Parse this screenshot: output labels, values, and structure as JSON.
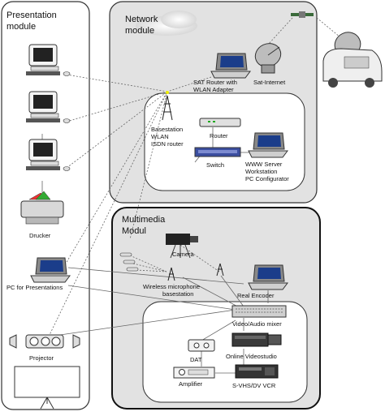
{
  "modules": {
    "presentation": {
      "title_line1": "Presentation",
      "title_line2": "module"
    },
    "network": {
      "title_line1": "Network",
      "title_line2": "module"
    },
    "multimedia": {
      "title_line1": "Multimedia",
      "title_line2": "Modul"
    }
  },
  "labels": {
    "sat_router_1": "SAT Router with",
    "sat_router_2": "WLAN Adapter",
    "sat_internet": "Sat-Internet",
    "basestation_1": "Basestation",
    "basestation_2": "WLAN",
    "basestation_3": "ISDN router",
    "router": "Router",
    "switch": "Switch",
    "www_1": "WWW Server",
    "www_2": "Workstation",
    "www_3": "PC Configurator",
    "drucker": "Drucker",
    "pc_presentations": "PC for Presentations",
    "camera": "Camera",
    "wireless_1": "Wireless microphone",
    "wireless_2": "basestation",
    "real_encoder": "Real Encoder",
    "mixer": "Video/Audio mixer",
    "dat": "DAT",
    "online_videostudio": "Online Videostudio",
    "amplifier": "Amplifier",
    "vcr": "S-VHS/DV VCR",
    "projector": "Projector"
  }
}
